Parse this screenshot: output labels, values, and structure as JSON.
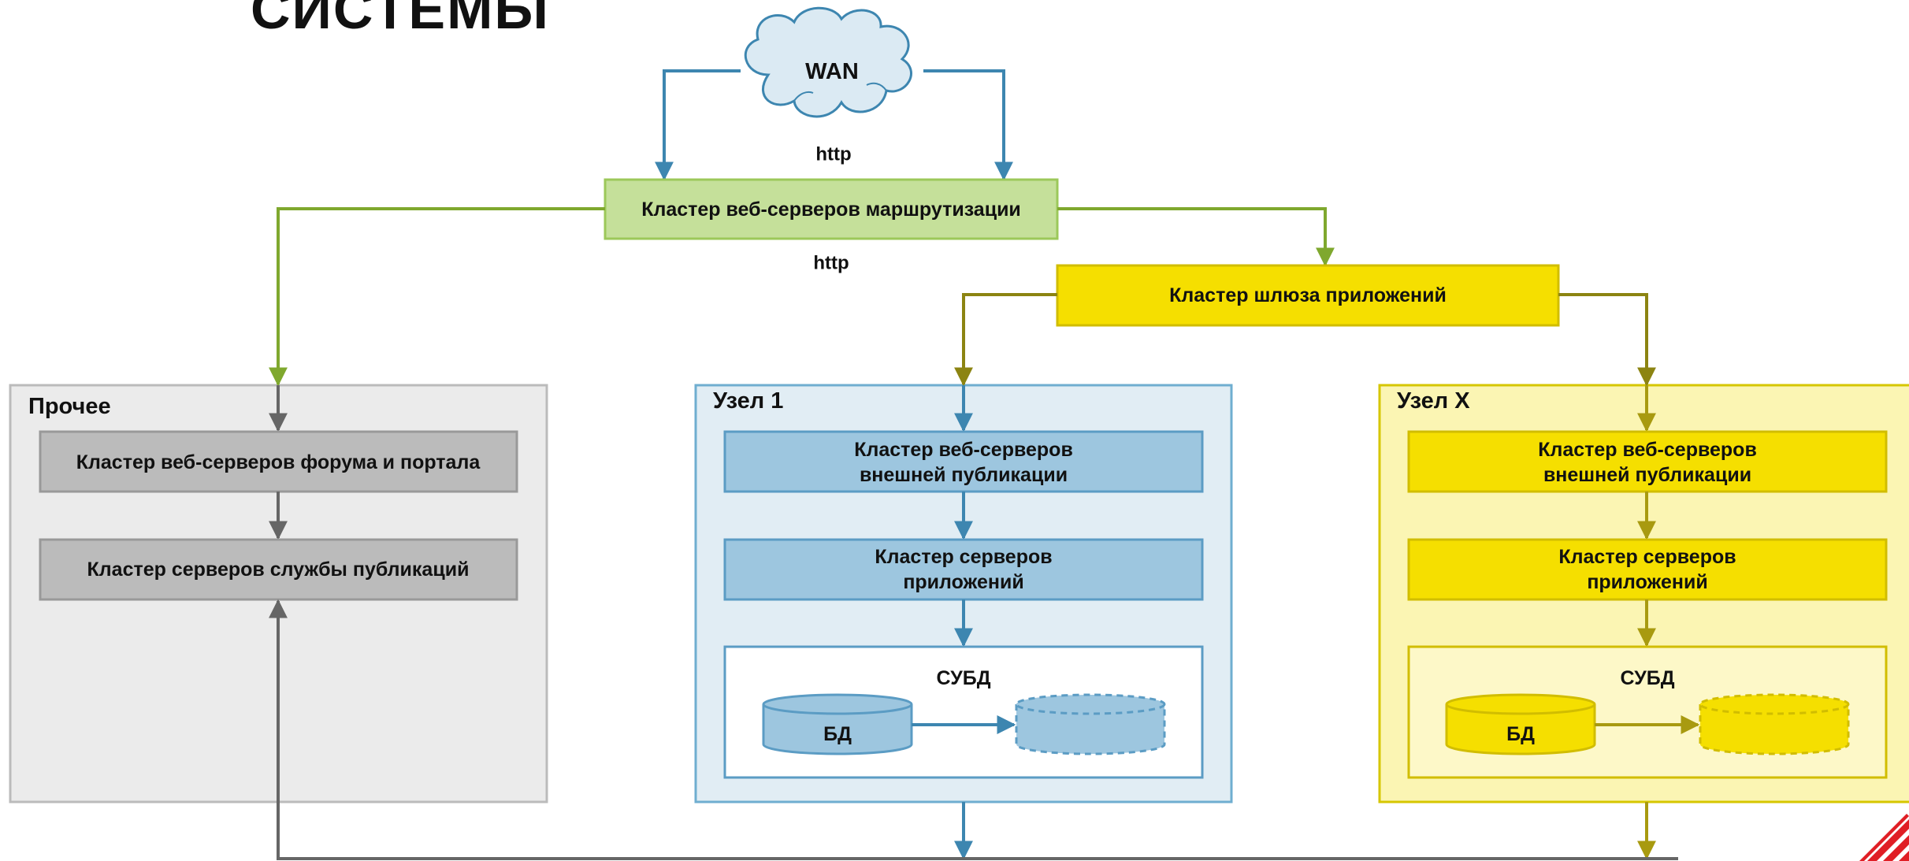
{
  "slide": {
    "title_fragment": "СИСТЕМЫ"
  },
  "wan": {
    "label": "WAN"
  },
  "protocols": {
    "http_top": "http",
    "http_bottom": "http"
  },
  "routing_cluster": {
    "label": "Кластер веб-серверов маршрутизации"
  },
  "gateway_cluster": {
    "label": "Кластер шлюза приложений"
  },
  "other": {
    "title": "Прочее",
    "forum_cluster": "Кластер веб-серверов форума и портала",
    "publication_service": "Кластер серверов службы публикаций"
  },
  "node1": {
    "title": "Узел 1",
    "web_line1": "Кластер веб-серверов",
    "web_line2": "внешней публикации",
    "app_line1": "Кластер серверов",
    "app_line2": "приложений",
    "dbms": "СУБД",
    "db": "БД"
  },
  "nodeX": {
    "title": "Узел X",
    "web_line1": "Кластер веб-серверов",
    "web_line2": "внешней публикации",
    "app_line1": "Кластер серверов",
    "app_line2": "приложений",
    "dbms": "СУБД",
    "db": "БД"
  },
  "colors": {
    "blue_line": "#3d86b0",
    "green_line": "#7fa82e",
    "olive_line": "#8c8412",
    "grey_line": "#666666",
    "gold_line": "#a89a10",
    "green_fill": "#c5e09a",
    "yellow_fill": "#f5df00",
    "blue_fill": "#9dc6df",
    "grey_fill": "#bbbbbb"
  }
}
